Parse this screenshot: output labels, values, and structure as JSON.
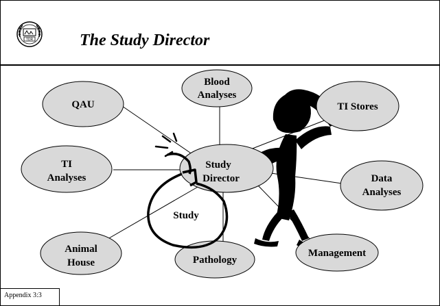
{
  "header": {
    "title": "The Study Director",
    "logo_text": "TDR"
  },
  "footer": {
    "label": "Appendix 3:3"
  },
  "nodes": {
    "qau": "QAU",
    "blood_analyses": [
      "Blood",
      "Analyses"
    ],
    "ti_stores": "TI Stores",
    "ti_analyses": [
      "TI",
      "Analyses"
    ],
    "study_director": [
      "Study",
      "Director"
    ],
    "data_analyses": [
      "Data",
      "Analyses"
    ],
    "study": "Study",
    "animal_house": [
      "Animal",
      "House"
    ],
    "pathology": "Pathology",
    "management": "Management"
  },
  "colors": {
    "ellipse_fill": "#d9d9d9",
    "ink": "#000000",
    "background": "#ffffff"
  }
}
